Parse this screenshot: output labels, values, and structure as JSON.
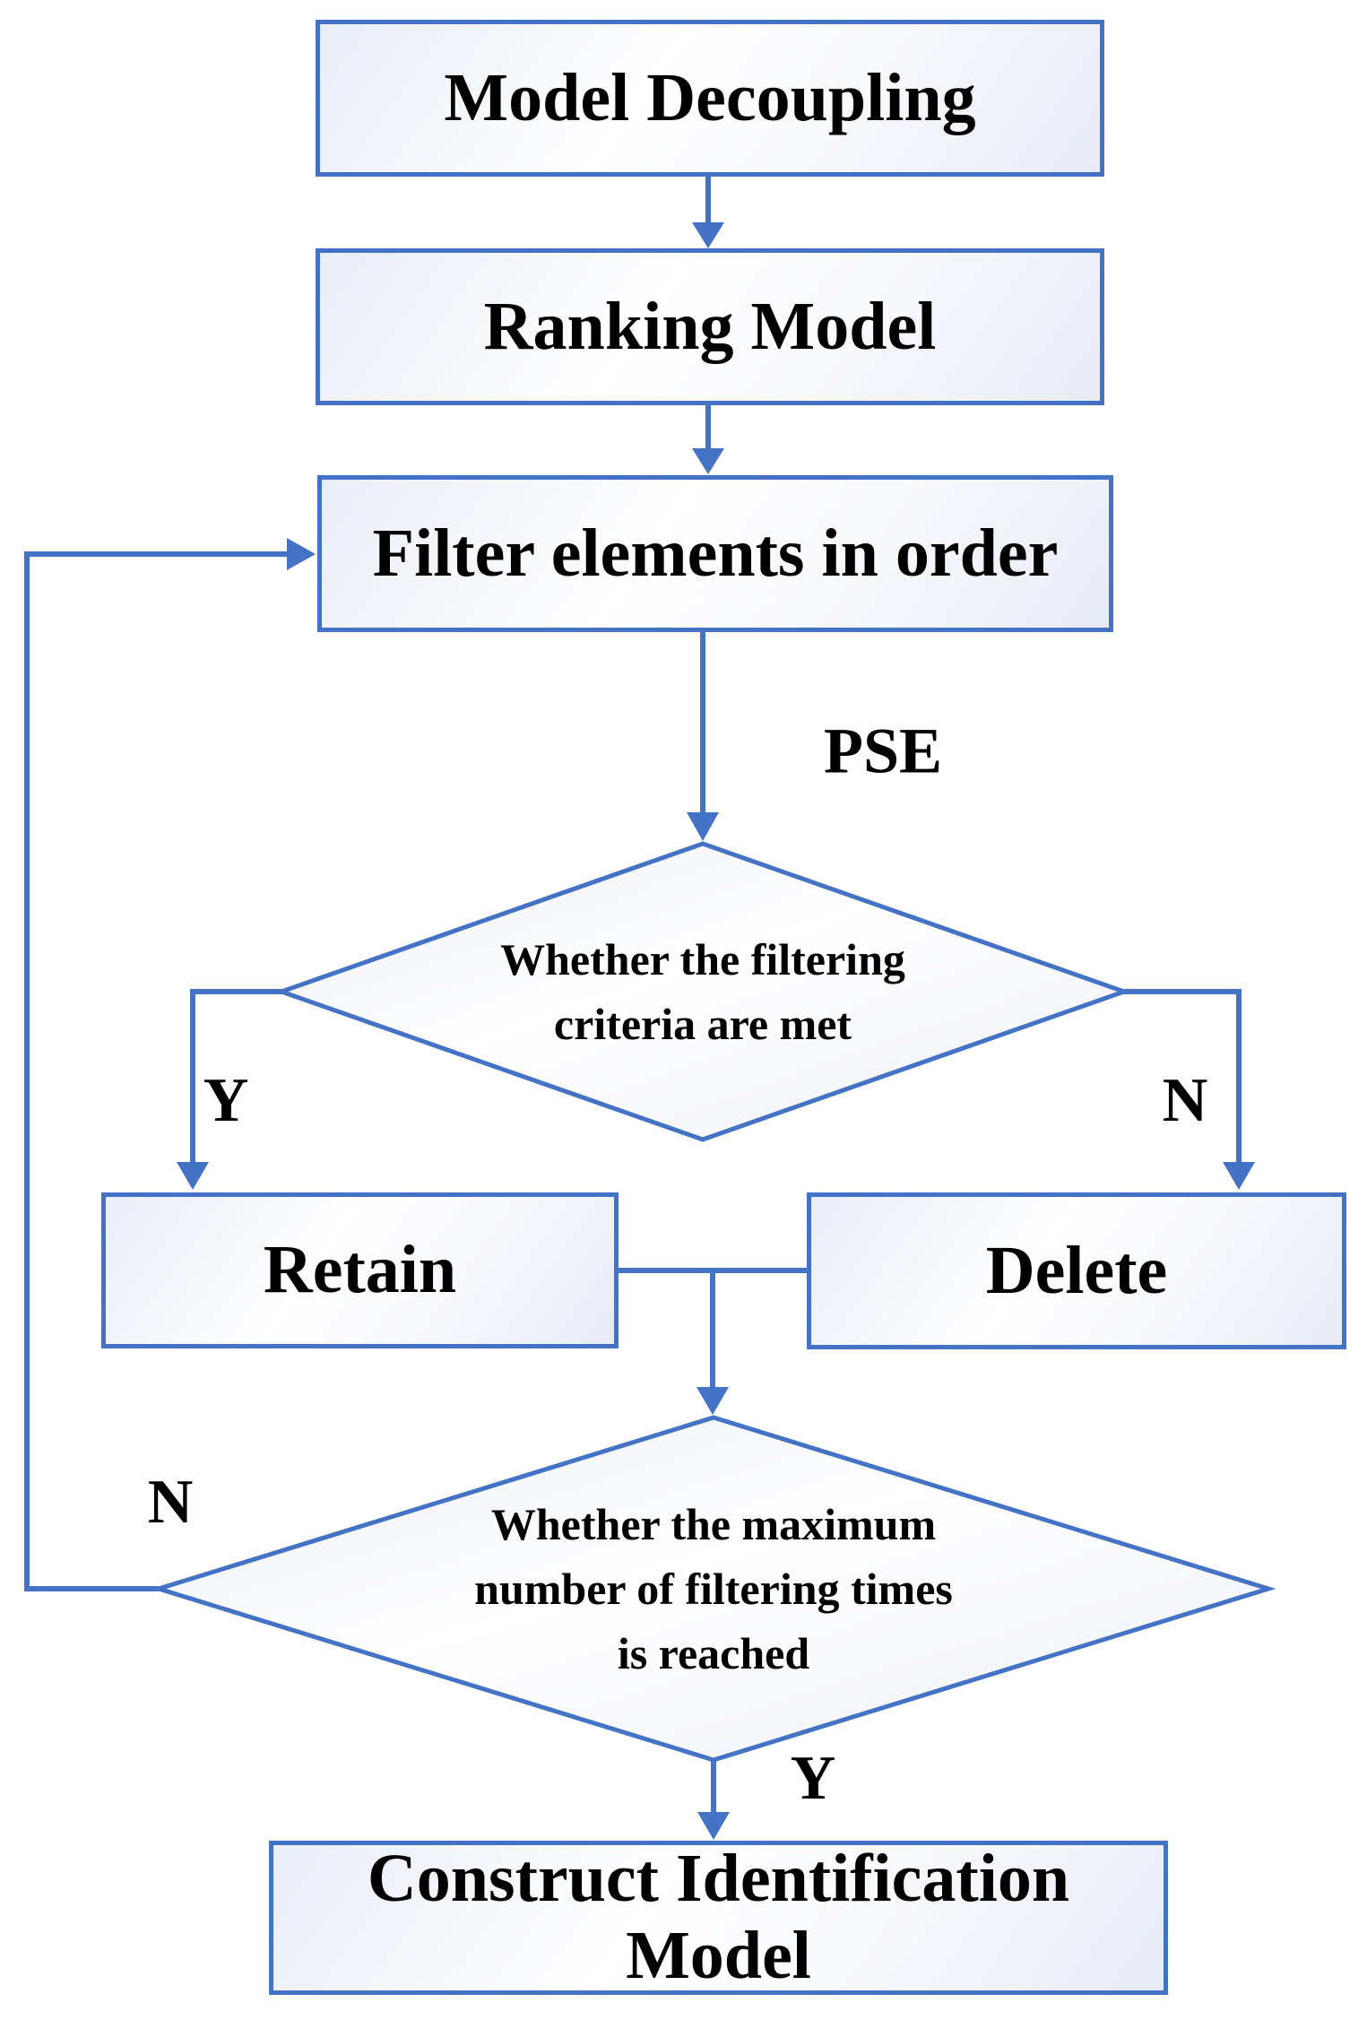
{
  "nodes": {
    "model_decoupling": {
      "label": "Model Decoupling"
    },
    "ranking_model": {
      "label": "Ranking Model"
    },
    "filter_elements": {
      "label": "Filter elements in order"
    },
    "retain": {
      "label": "Retain"
    },
    "delete": {
      "label": "Delete"
    },
    "decision_criteria": {
      "line1": "Whether the filtering",
      "line2": "criteria are met"
    },
    "decision_max_times": {
      "line1": "Whether the maximum",
      "line2": "number of filtering times",
      "line3": "is reached"
    },
    "construct_model": {
      "line1": "Construct Identification",
      "line2": "Model"
    }
  },
  "edge_labels": {
    "pse": "PSE",
    "criteria_yes": "Y",
    "criteria_no": "N",
    "max_times_no": "N",
    "max_times_yes": "Y"
  },
  "colors": {
    "line": "#4472C4",
    "text": "#000000",
    "shape_fill_light": "#ffffff",
    "shape_fill_shade": "#e7ebf5"
  }
}
